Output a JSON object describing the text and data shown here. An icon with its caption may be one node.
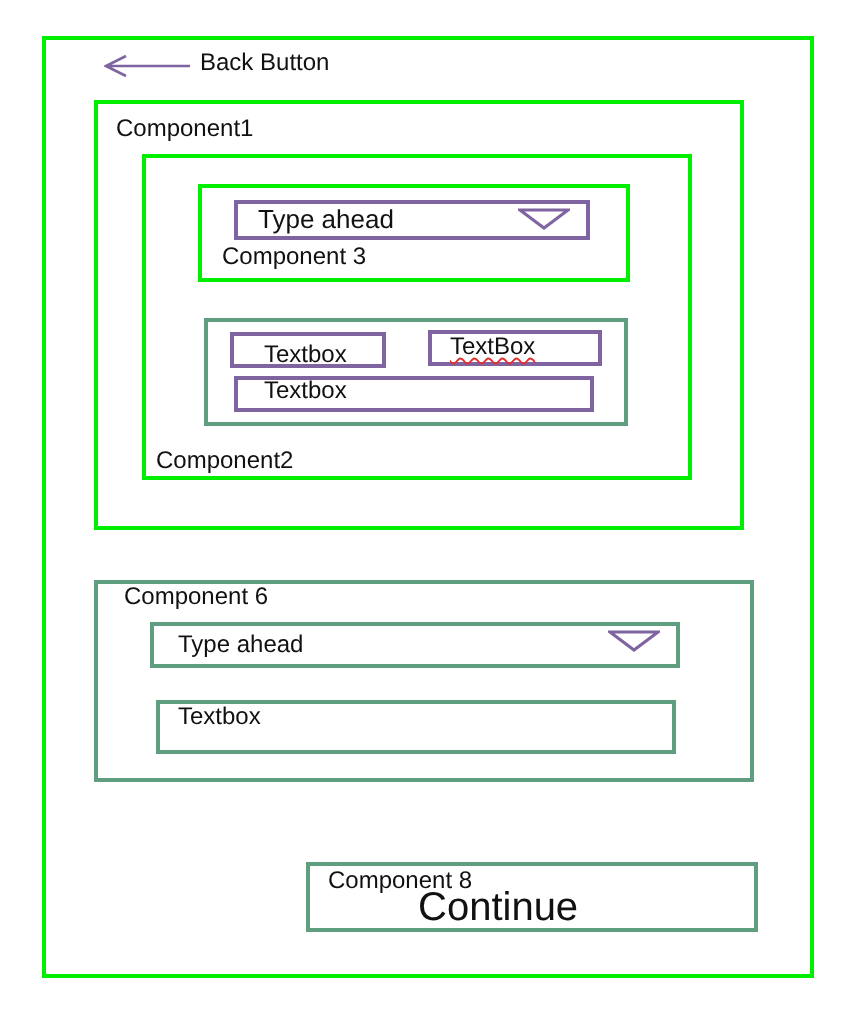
{
  "diagram": {
    "nodes": [
      {
        "text": [],
        "shape": "box"
      },
      {
        "text": [
          "Component1"
        ],
        "in": 0
      },
      {
        "text": [
          "Component2"
        ],
        "in": 1
      },
      {
        "text": [
          "Component 3"
        ],
        "in": 2
      },
      {
        "text": [
          "Type ahead"
        ],
        "in": 3
      },
      {
        "text": [],
        "shape": "box",
        "in": 2
      },
      {
        "text": [
          "Textbox"
        ],
        "in": 5
      },
      {
        "text": [
          "TextBox"
        ],
        "in": 5
      },
      {
        "text": [
          "Textbox"
        ],
        "in": 5
      },
      {
        "text": [
          "Component 6"
        ],
        "in": 0
      },
      {
        "text": [
          "Type ahead"
        ],
        "in": 9
      },
      {
        "text": [
          "Textbox"
        ],
        "in": 9
      },
      {
        "text": [
          "Component 8",
          "Continue"
        ],
        "in": 0
      }
    ],
    "labels": [
      "Back Button"
    ]
  }
}
